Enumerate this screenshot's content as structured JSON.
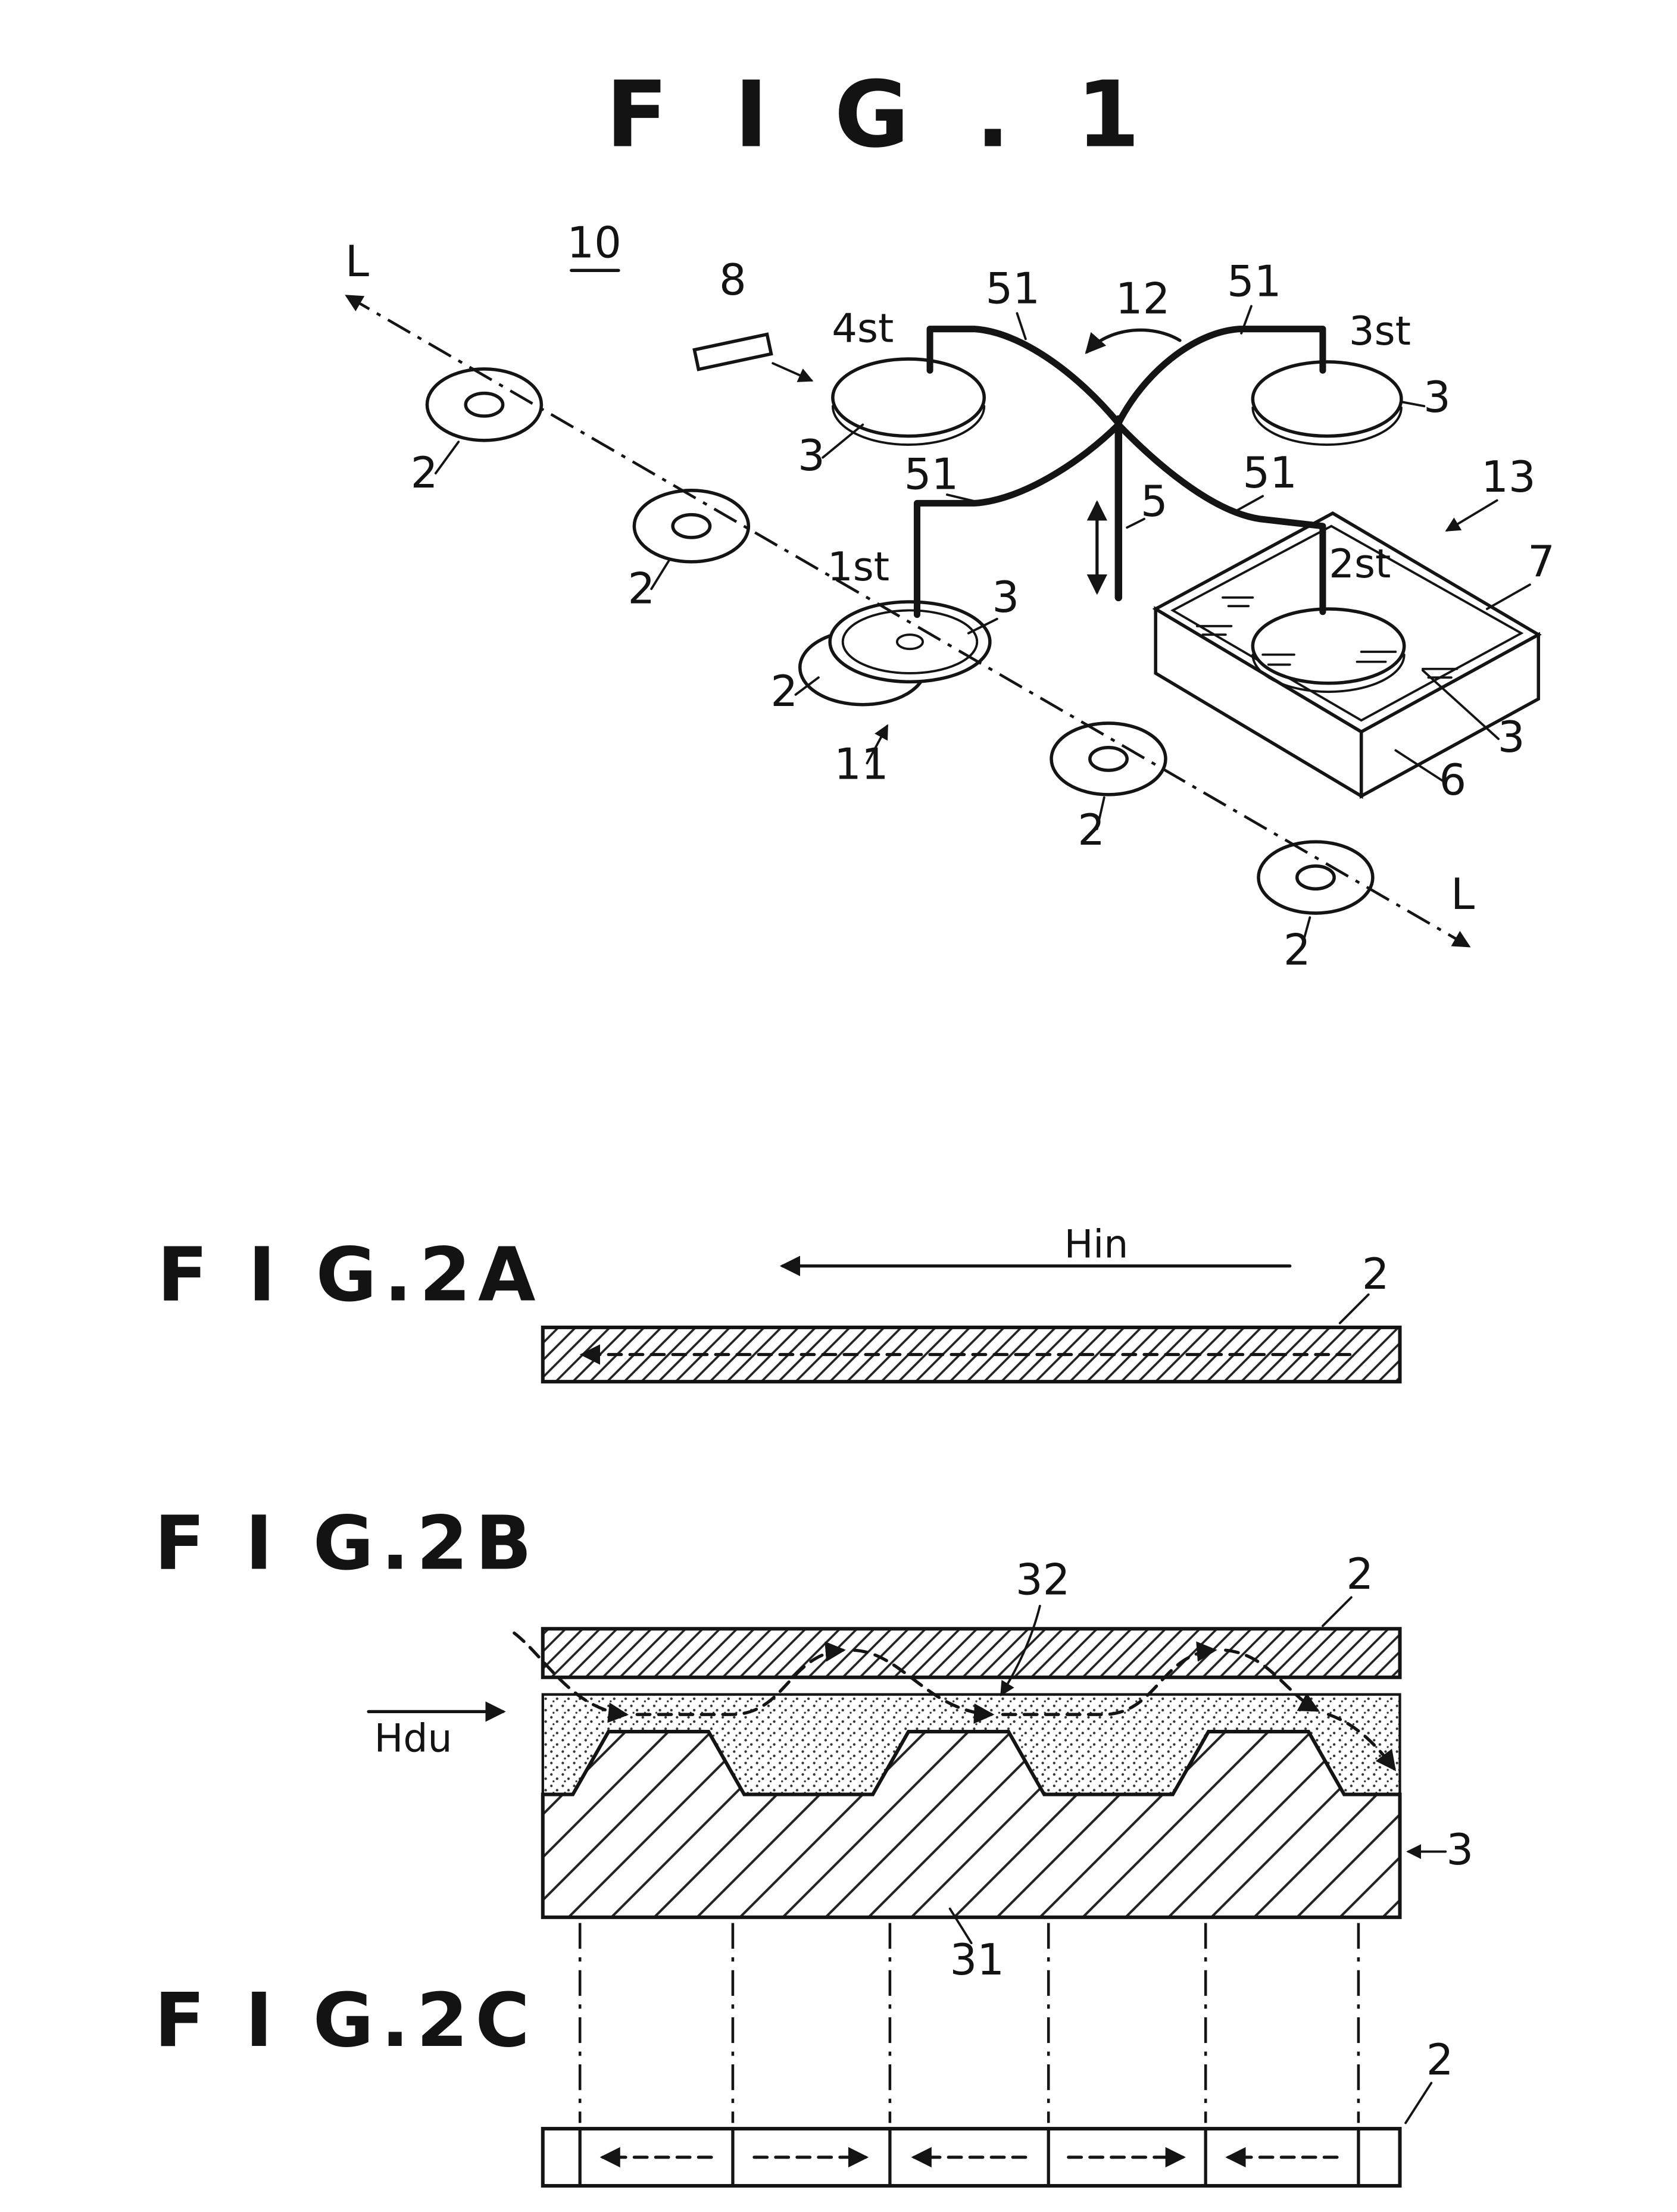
{
  "fig1": {
    "title": "F I G . 1",
    "l_left": "L",
    "l_right": "L",
    "n10": "10",
    "n8": "8",
    "st4": "4st",
    "st3": "3st",
    "st1": "1st",
    "st2": "2st",
    "n51_tl": "51",
    "n51_tr": "51",
    "n51_bl": "51",
    "n51_br": "51",
    "n12": "12",
    "n5": "5",
    "n11": "11",
    "n13": "13",
    "n7": "7",
    "n6": "6",
    "n3_d4": "3",
    "n3_d3": "3",
    "n3_d1": "3",
    "n3_d2": "3",
    "n2_w1": "2",
    "n2_w2": "2",
    "n2_w3": "2",
    "n2_w4": "2",
    "n2_st1": "2"
  },
  "fig2a": {
    "title": "F I G.2A",
    "field": "Hin",
    "n2": "2"
  },
  "fig2b": {
    "title": "F I G.2B",
    "n32": "32",
    "n2": "2",
    "field": "Hdu",
    "n3": "3",
    "n31": "31"
  },
  "fig2c": {
    "title": "F I G.2C",
    "n2": "2"
  },
  "colors": {
    "ink": "#141414",
    "paper": "#ffffff"
  }
}
